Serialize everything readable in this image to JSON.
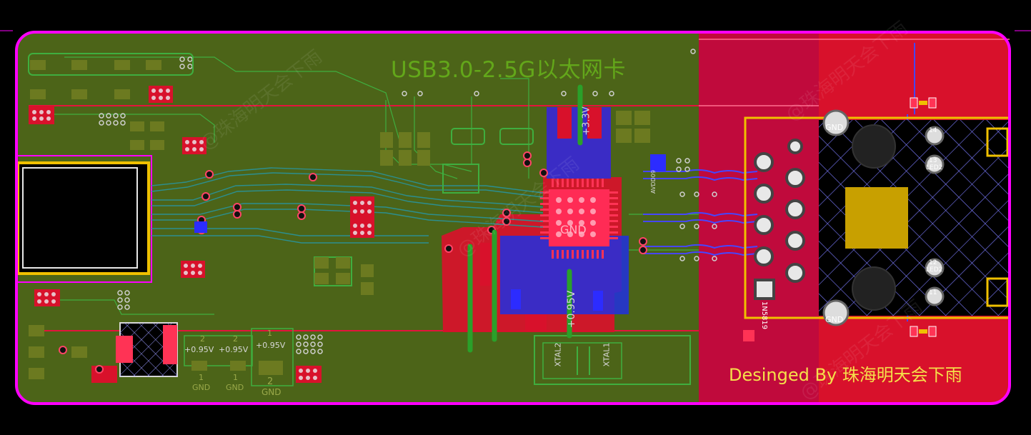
{
  "board": {
    "title": "USB3.0-2.5G以太网卡",
    "credit": "Desinged By 珠海明天会下雨",
    "watermark": "@珠海明天会下雨"
  },
  "silkscreen": {
    "vcc33": "+3.3V",
    "vcc095a": "+0.95V",
    "vcc095b": "+0.95V",
    "vcc095c": "+0.95V",
    "vcc095d": "+0.95V",
    "gnd": "GND",
    "gnd1": "GND",
    "gnd2": "GND",
    "gnd3": "GND",
    "pin1a": "1",
    "pin1b": "1",
    "pin1c": "1",
    "pin2a": "2",
    "pin2b": "2",
    "pin2c": "2",
    "xtal2": "XTAL2",
    "xtal1": "XTAL1",
    "jgnd1": "GND",
    "jgnd2": "GND",
    "led2a": "LED2",
    "led2b": "LED2",
    "p14": "14",
    "p13": "13",
    "p12": "12",
    "p11": "11",
    "diode": "1N5819",
    "avdd": "AVDD09"
  },
  "colors": {
    "board": "#4c6418",
    "pour_red": "#c8102e",
    "outline": "#ff00ff",
    "keepout": "#f0c000",
    "accent_red": "#e01030",
    "blue": "#2c2cff",
    "silk_green": "#63a71a"
  }
}
